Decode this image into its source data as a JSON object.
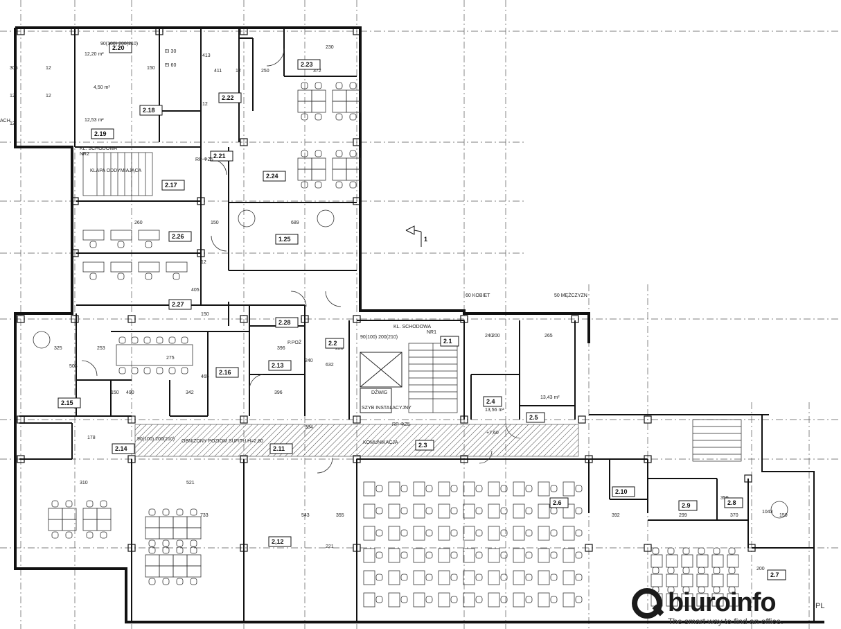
{
  "rooms": [
    {
      "id": "r220",
      "label": "2.20"
    },
    {
      "id": "r219",
      "label": "2.19"
    },
    {
      "id": "r218",
      "label": "2.18"
    },
    {
      "id": "r222",
      "label": "2.22"
    },
    {
      "id": "r223",
      "label": "2.23"
    },
    {
      "id": "r224",
      "label": "2.24"
    },
    {
      "id": "r221",
      "label": "2.21"
    },
    {
      "id": "r217",
      "label": "2.17"
    },
    {
      "id": "r226",
      "label": "2.26"
    },
    {
      "id": "r125",
      "label": "1.25"
    },
    {
      "id": "r227",
      "label": "2.27"
    },
    {
      "id": "r228",
      "label": "2.28"
    },
    {
      "id": "r22",
      "label": "2.2"
    },
    {
      "id": "r21",
      "label": "2.1"
    },
    {
      "id": "r216",
      "label": "2.16"
    },
    {
      "id": "r213",
      "label": "2.13"
    },
    {
      "id": "r215",
      "label": "2.15"
    },
    {
      "id": "r214",
      "label": "2.14"
    },
    {
      "id": "r211",
      "label": "2.11"
    },
    {
      "id": "r23",
      "label": "2.3"
    },
    {
      "id": "r24",
      "label": "2.4"
    },
    {
      "id": "r25",
      "label": "2.5"
    },
    {
      "id": "r26",
      "label": "2.6"
    },
    {
      "id": "r210",
      "label": "2.10"
    },
    {
      "id": "r29",
      "label": "2.9"
    },
    {
      "id": "r28",
      "label": "2.8"
    },
    {
      "id": "r212",
      "label": "2,12"
    },
    {
      "id": "r27",
      "label": "2.7"
    }
  ],
  "areas": {
    "a1": "12,20 m²",
    "a2": "4,50 m²",
    "a3": "12,53 m²",
    "a4": "13,56 m²",
    "a5": "13,43 m²"
  },
  "stair_labels": {
    "s1": "KL. SCHODOWA",
    "s1b": "NR2",
    "s2": "KL. SCHODOWA",
    "s2b": "NR1"
  },
  "annotations": {
    "ceiling": "OBNIŻONY POZIOM SUFITU H=2,80",
    "komunikacja": "KOMUNIKACJA",
    "kobiet": "60 KOBIET",
    "mezczyzn": "50 MĘŻCZYZN",
    "north": "1",
    "level": "+7,60",
    "dzwig": "DŹWIG",
    "szyb": "SZYB INSTALACYJNY",
    "door1": "90(100) 200(210)",
    "door2": "P.POŻ",
    "door3": "EI 30",
    "door4": "EI 60",
    "door5": "90(100) 200(210)",
    "door6": "90(100) 200(210)",
    "rp1": "RP-ΦZ5",
    "rp2": "RP-ΦZ5",
    "ach": "ACH",
    "plan_hint": "KLAPA ODDYMIAJĄCA"
  },
  "dimensions": [
    "413",
    "411",
    "250",
    "372",
    "150",
    "12",
    "12",
    "260",
    "689",
    "150",
    "12",
    "405",
    "150",
    "253",
    "275",
    "465",
    "342",
    "396",
    "240",
    "396",
    "223",
    "632",
    "384",
    "325",
    "503",
    "490",
    "150",
    "178",
    "310",
    "521",
    "543",
    "355",
    "221",
    "733",
    "1043",
    "392",
    "299",
    "370",
    "150",
    "359",
    "240",
    "200",
    "265",
    "200",
    "306",
    "12",
    "12",
    "12",
    "12",
    "230"
  ],
  "logo": {
    "brand": "biuroinfo",
    "pl": ".PL",
    "tagline": "The smart way to find an office."
  }
}
